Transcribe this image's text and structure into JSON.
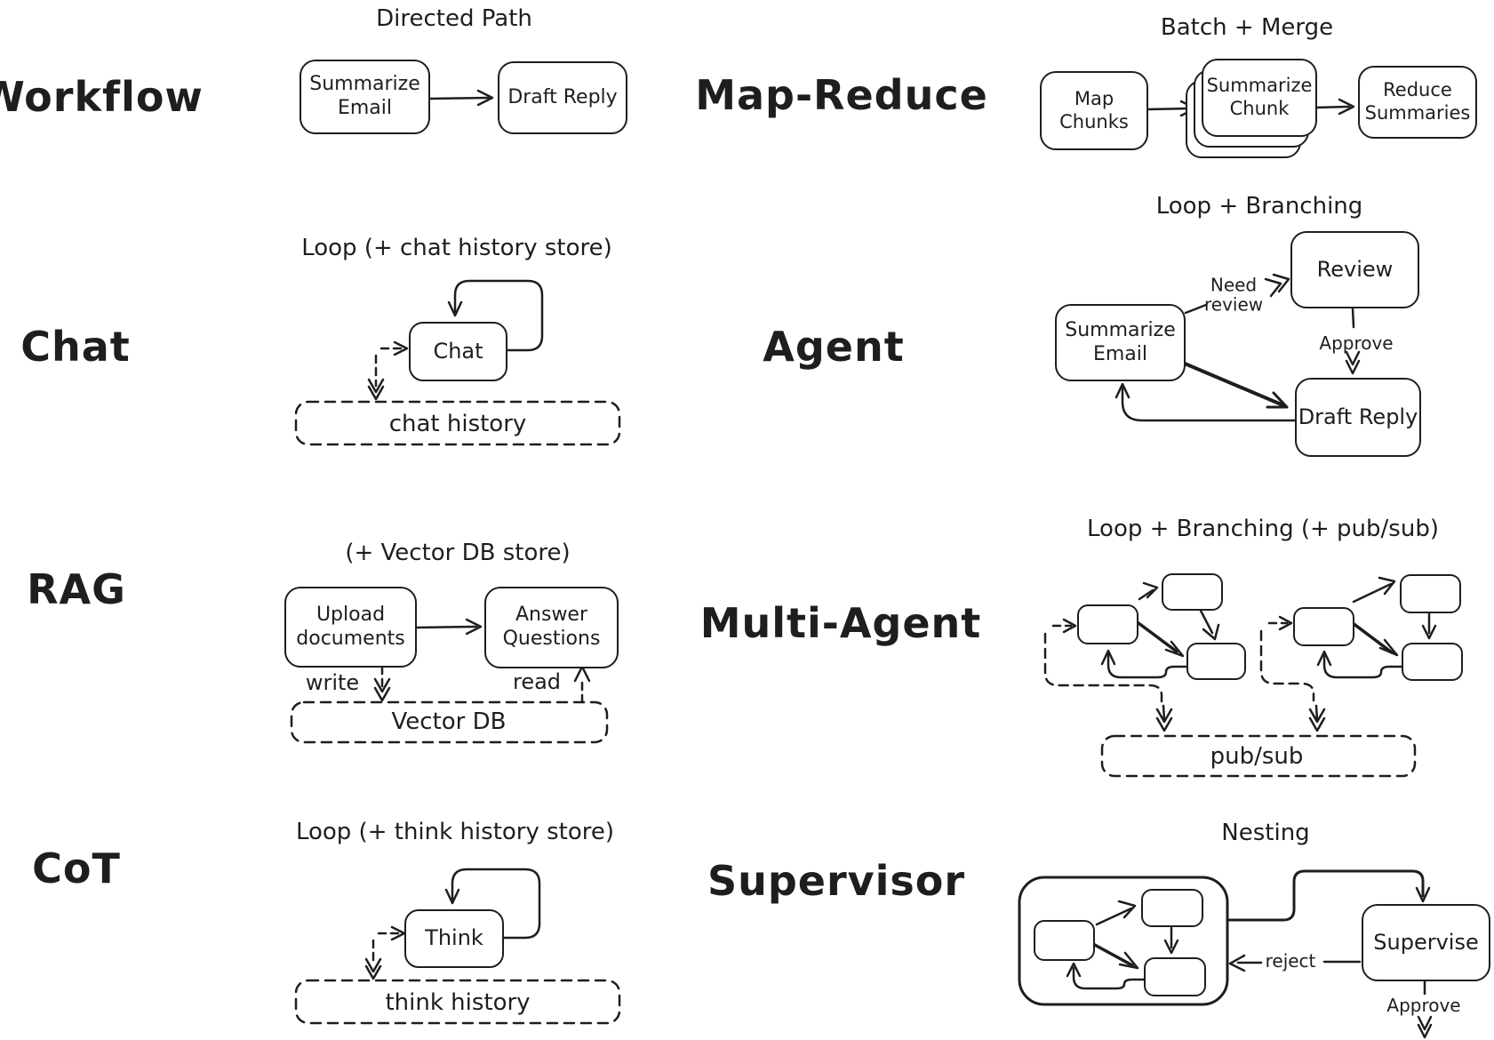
{
  "canvas": {
    "bg": "#ffffff",
    "ink": "#1e1e1e"
  },
  "workflow": {
    "label": "Workflow",
    "title": "Directed Path",
    "node_summarize": "Summarize Email",
    "node_draft": "Draft Reply"
  },
  "map_reduce": {
    "label": "Map-Reduce",
    "title": "Batch + Merge",
    "node_map": "Map Chunks",
    "node_summarize": "Summarize Chunk",
    "node_reduce": "Reduce Summaries"
  },
  "chat": {
    "label": "Chat",
    "title": "Loop (+ chat history store)",
    "node_chat": "Chat",
    "store": "chat history"
  },
  "agent": {
    "label": "Agent",
    "title": "Loop + Branching",
    "node_summarize": "Summarize Email",
    "node_review": "Review",
    "node_draft": "Draft Reply",
    "edge_need_review": "Need review",
    "edge_approve": "Approve"
  },
  "rag": {
    "label": "RAG",
    "title": "(+ Vector DB store)",
    "node_upload": "Upload documents",
    "node_answer": "Answer Questions",
    "store": "Vector DB",
    "edge_write": "write",
    "edge_read": "read"
  },
  "multi_agent": {
    "label": "Multi-Agent",
    "title": "Loop + Branching (+ pub/sub)",
    "store": "pub/sub"
  },
  "cot": {
    "label": "CoT",
    "title": "Loop (+ think history store)",
    "node_think": "Think",
    "store": "think history"
  },
  "supervisor": {
    "label": "Supervisor",
    "title": "Nesting",
    "node_supervise": "Supervise",
    "edge_reject": "reject",
    "edge_approve": "Approve"
  }
}
